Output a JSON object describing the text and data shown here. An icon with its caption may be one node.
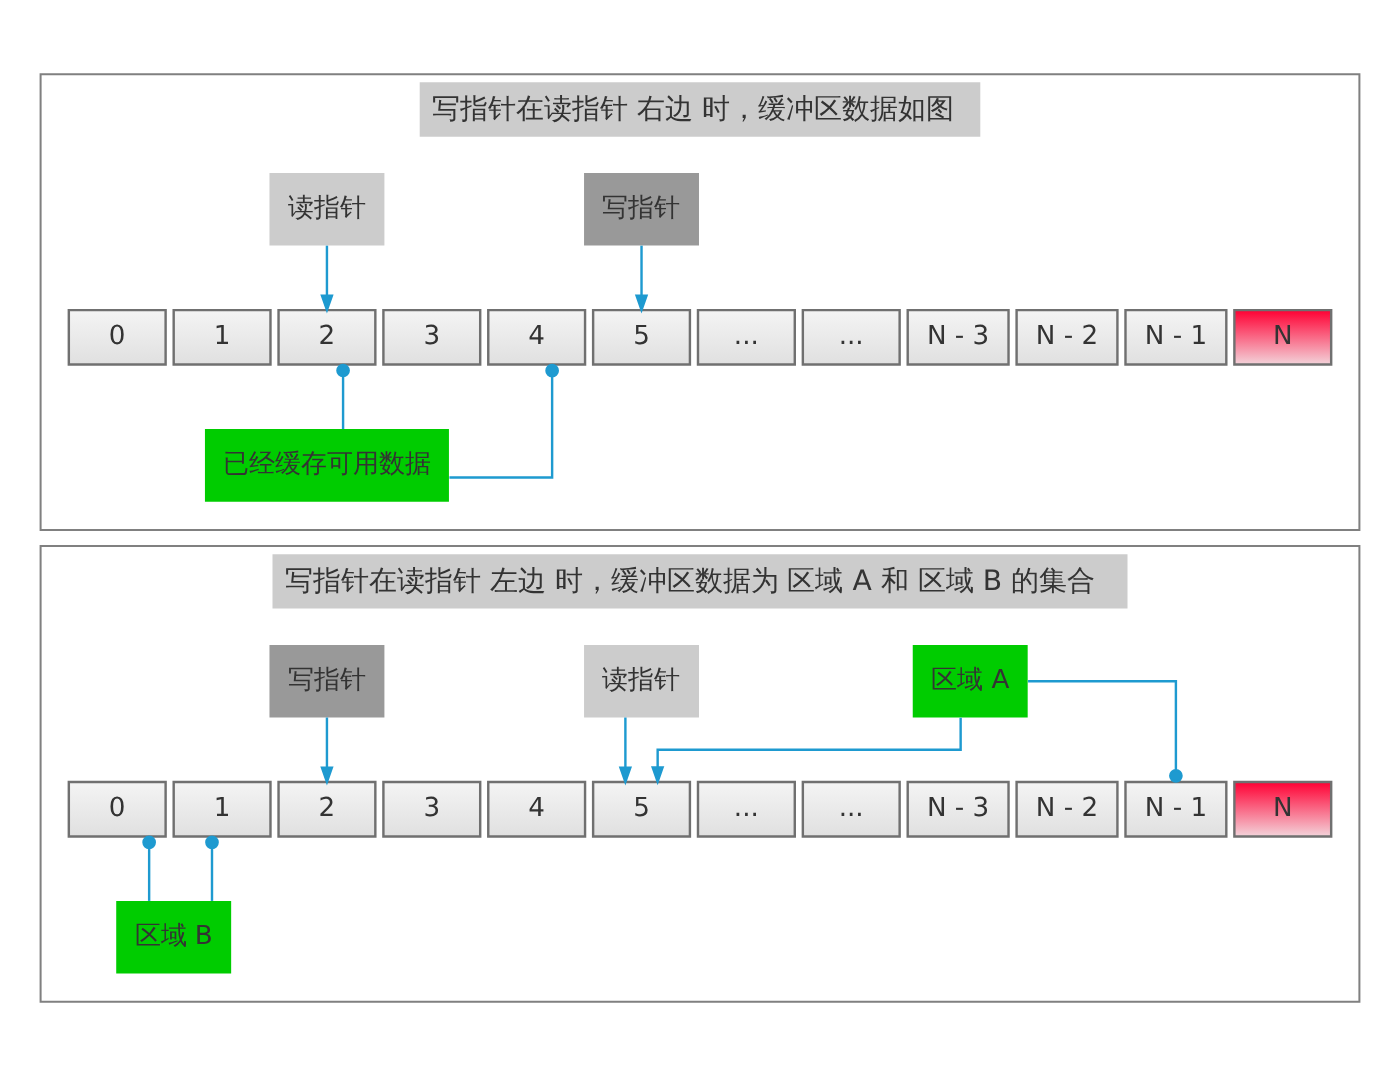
{
  "diagram": {
    "nodes": [
      {
        "text": [
          "写指针在读指针 右边 时，缓冲区数据如图"
        ]
      },
      {
        "text": [
          "读指针"
        ],
        "in": 0
      },
      {
        "text": [
          "写指针"
        ],
        "in": 0
      },
      {
        "text": [
          "0"
        ],
        "in": 0
      },
      {
        "text": [
          "1"
        ],
        "in": 0
      },
      {
        "text": [
          "2"
        ],
        "in": 0
      },
      {
        "text": [
          "3"
        ],
        "in": 0
      },
      {
        "text": [
          "4"
        ],
        "in": 0
      },
      {
        "text": [
          "5"
        ],
        "in": 0
      },
      {
        "text": [
          "..."
        ],
        "in": 0
      },
      {
        "text": [
          "..."
        ],
        "in": 0
      },
      {
        "text": [
          "N - 3"
        ],
        "in": 0
      },
      {
        "text": [
          "N - 2"
        ],
        "in": 0
      },
      {
        "text": [
          "N - 1"
        ],
        "in": 0
      },
      {
        "text": [
          "N"
        ],
        "in": 0
      },
      {
        "text": [
          "已经缓存可用数据"
        ],
        "in": 0
      },
      {
        "text": [
          "写指针在读指针 左边 时，缓冲区数据为 区域 A 和 区域 B 的集合"
        ]
      },
      {
        "text": [
          "写指针"
        ],
        "in": 16
      },
      {
        "text": [
          "读指针"
        ],
        "in": 16
      },
      {
        "text": [
          "区域 A"
        ],
        "in": 16
      },
      {
        "text": [
          "0"
        ],
        "in": 16
      },
      {
        "text": [
          "1"
        ],
        "in": 16
      },
      {
        "text": [
          "2"
        ],
        "in": 16
      },
      {
        "text": [
          "3"
        ],
        "in": 16
      },
      {
        "text": [
          "4"
        ],
        "in": 16
      },
      {
        "text": [
          "5"
        ],
        "in": 16
      },
      {
        "text": [
          "..."
        ],
        "in": 16
      },
      {
        "text": [
          "..."
        ],
        "in": 16
      },
      {
        "text": [
          "N - 3"
        ],
        "in": 16
      },
      {
        "text": [
          "N - 2"
        ],
        "in": 16
      },
      {
        "text": [
          "N - 1"
        ],
        "in": 16
      },
      {
        "text": [
          "N"
        ],
        "in": 16
      },
      {
        "text": [
          "区域 B"
        ],
        "in": 16
      }
    ],
    "edges": [
      {
        "from": 1,
        "to": 5,
        "arrow": "to"
      },
      {
        "from": 2,
        "to": 8,
        "arrow": "to"
      },
      {
        "from": 15,
        "to": 5,
        "arrow": "other"
      },
      {
        "from": 15,
        "to": 7,
        "arrow": "other"
      },
      {
        "from": 17,
        "to": 22,
        "arrow": "to"
      },
      {
        "from": 18,
        "to": 25,
        "arrow": "to"
      },
      {
        "from": 19,
        "to": 25,
        "arrow": "to"
      },
      {
        "from": 19,
        "to": 30,
        "arrow": "other"
      },
      {
        "from": 32,
        "to": 20,
        "arrow": "other"
      },
      {
        "from": 32,
        "to": 21,
        "arrow": "other"
      }
    ]
  }
}
